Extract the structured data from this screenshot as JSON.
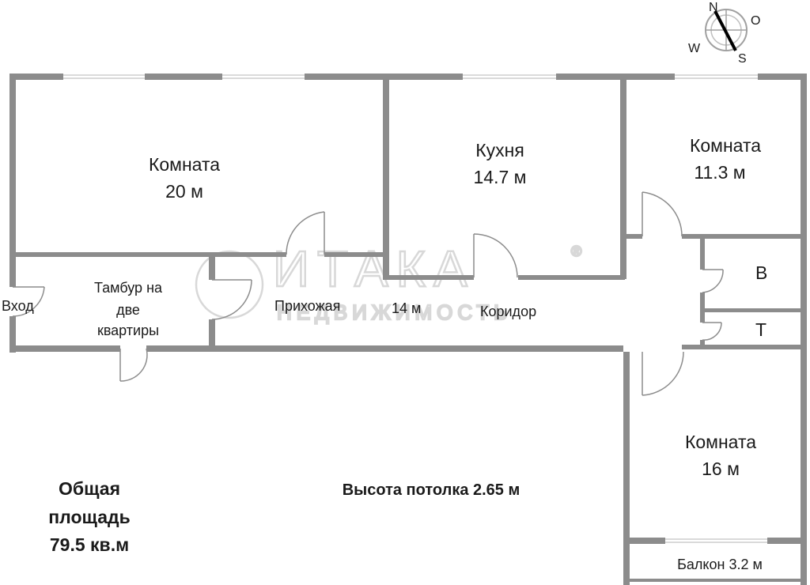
{
  "rooms": {
    "room1": {
      "name": "Комната",
      "area": "20 м"
    },
    "kitchen": {
      "name": "Кухня",
      "area": "14.7 м"
    },
    "room2": {
      "name": "Комната",
      "area": "11.3 м"
    },
    "room3": {
      "name": "Комната",
      "area": "16 м"
    },
    "vestibule": {
      "line1": "Тамбур на",
      "line2": "две",
      "line3": "квартиры"
    },
    "hall": {
      "name": "Прихожая"
    },
    "hall_area": "14 м",
    "corridor": {
      "name": "Коридор"
    },
    "bath": "В",
    "toilet": "Т",
    "balcony": "Балкон 3.2 м",
    "entrance": "Вход"
  },
  "compass": {
    "n": "N",
    "e": "O",
    "s": "S",
    "w": "W"
  },
  "ceiling": "Высота потолка 2.65 м",
  "total": {
    "line1": "Общая",
    "line2": "площадь",
    "line3": "79.5 кв.м"
  },
  "watermark": {
    "brand": "ИТАКА",
    "sub": "НЕДВИЖИМОСТЬ",
    "reg": "®"
  }
}
